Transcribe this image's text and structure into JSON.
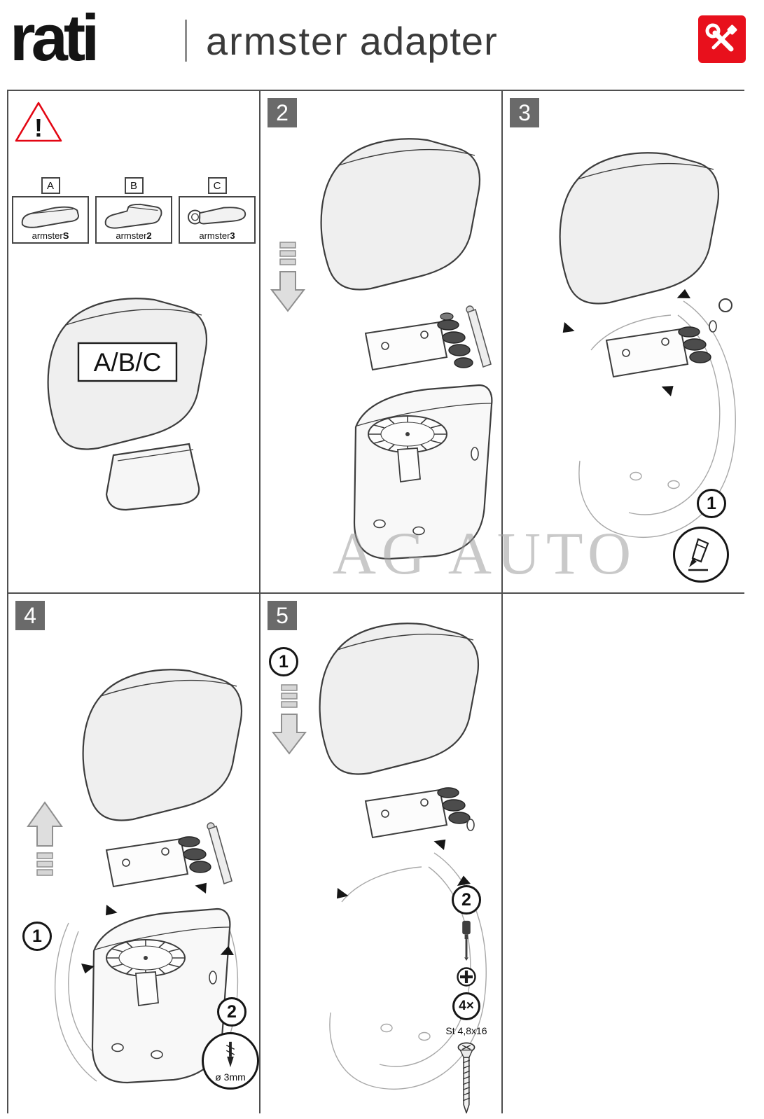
{
  "header": {
    "logo": "rati",
    "product_line": "armster",
    "product_name": "adapter"
  },
  "watermark": "AG AUTO",
  "variants_panel": {
    "warning_mark": "!",
    "combined_label": "A/B/C",
    "options": [
      {
        "letter": "A",
        "name": "armster",
        "variant": "S"
      },
      {
        "letter": "B",
        "name": "armster",
        "variant": "2"
      },
      {
        "letter": "C",
        "name": "armster",
        "variant": "3"
      }
    ]
  },
  "steps": {
    "step2": {
      "number": "2"
    },
    "step3": {
      "number": "3",
      "mark_badge": "1"
    },
    "step4": {
      "number": "4",
      "lift_badge": "1",
      "drill_badge": "2",
      "drill_size": "ø 3mm"
    },
    "step5": {
      "number": "5",
      "place_badge": "1",
      "screw_badge": "2",
      "screw_count": "4×",
      "screw_spec": "St 4,8x16"
    }
  },
  "colors": {
    "accent_red": "#e30613",
    "step_box_gray": "#6a6a6a"
  }
}
